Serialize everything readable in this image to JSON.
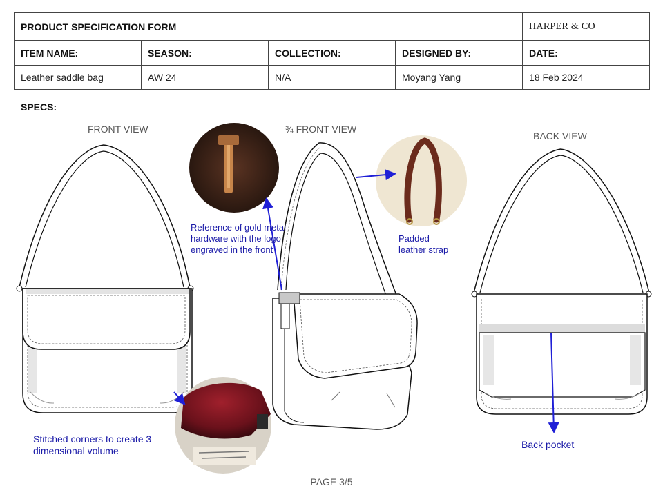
{
  "form": {
    "title": "PRODUCT SPECIFICATION FORM",
    "brand": "HARPER & CO",
    "fields": [
      {
        "label": "ITEM NAME:",
        "value": "Leather saddle bag"
      },
      {
        "label": "SEASON:",
        "value": "AW 24"
      },
      {
        "label": "COLLECTION:",
        "value": "N/A"
      },
      {
        "label": "DESIGNED BY:",
        "value": "Moyang Yang"
      },
      {
        "label": "DATE:",
        "value": "18 Feb 2024"
      }
    ]
  },
  "specs": {
    "label": "SPECS:",
    "views": {
      "front": "FRONT VIEW",
      "three_quarter": "¾ FRONT VIEW",
      "back": "BACK VIEW"
    },
    "annotations": {
      "hardware_1": "Reference of gold metal",
      "hardware_2": "hardware with the logo",
      "hardware_3": "engraved in the front",
      "strap_1": "Padded",
      "strap_2": "leather strap",
      "corners_1": "Stitched corners to create 3",
      "corners_2": "dimensional volume",
      "back_pocket": "Back pocket"
    }
  },
  "footer": {
    "page": "PAGE 3/5"
  },
  "colors": {
    "annotation": "#1a1aa8",
    "arrow": "#1f1fd6",
    "border": "#444444"
  }
}
